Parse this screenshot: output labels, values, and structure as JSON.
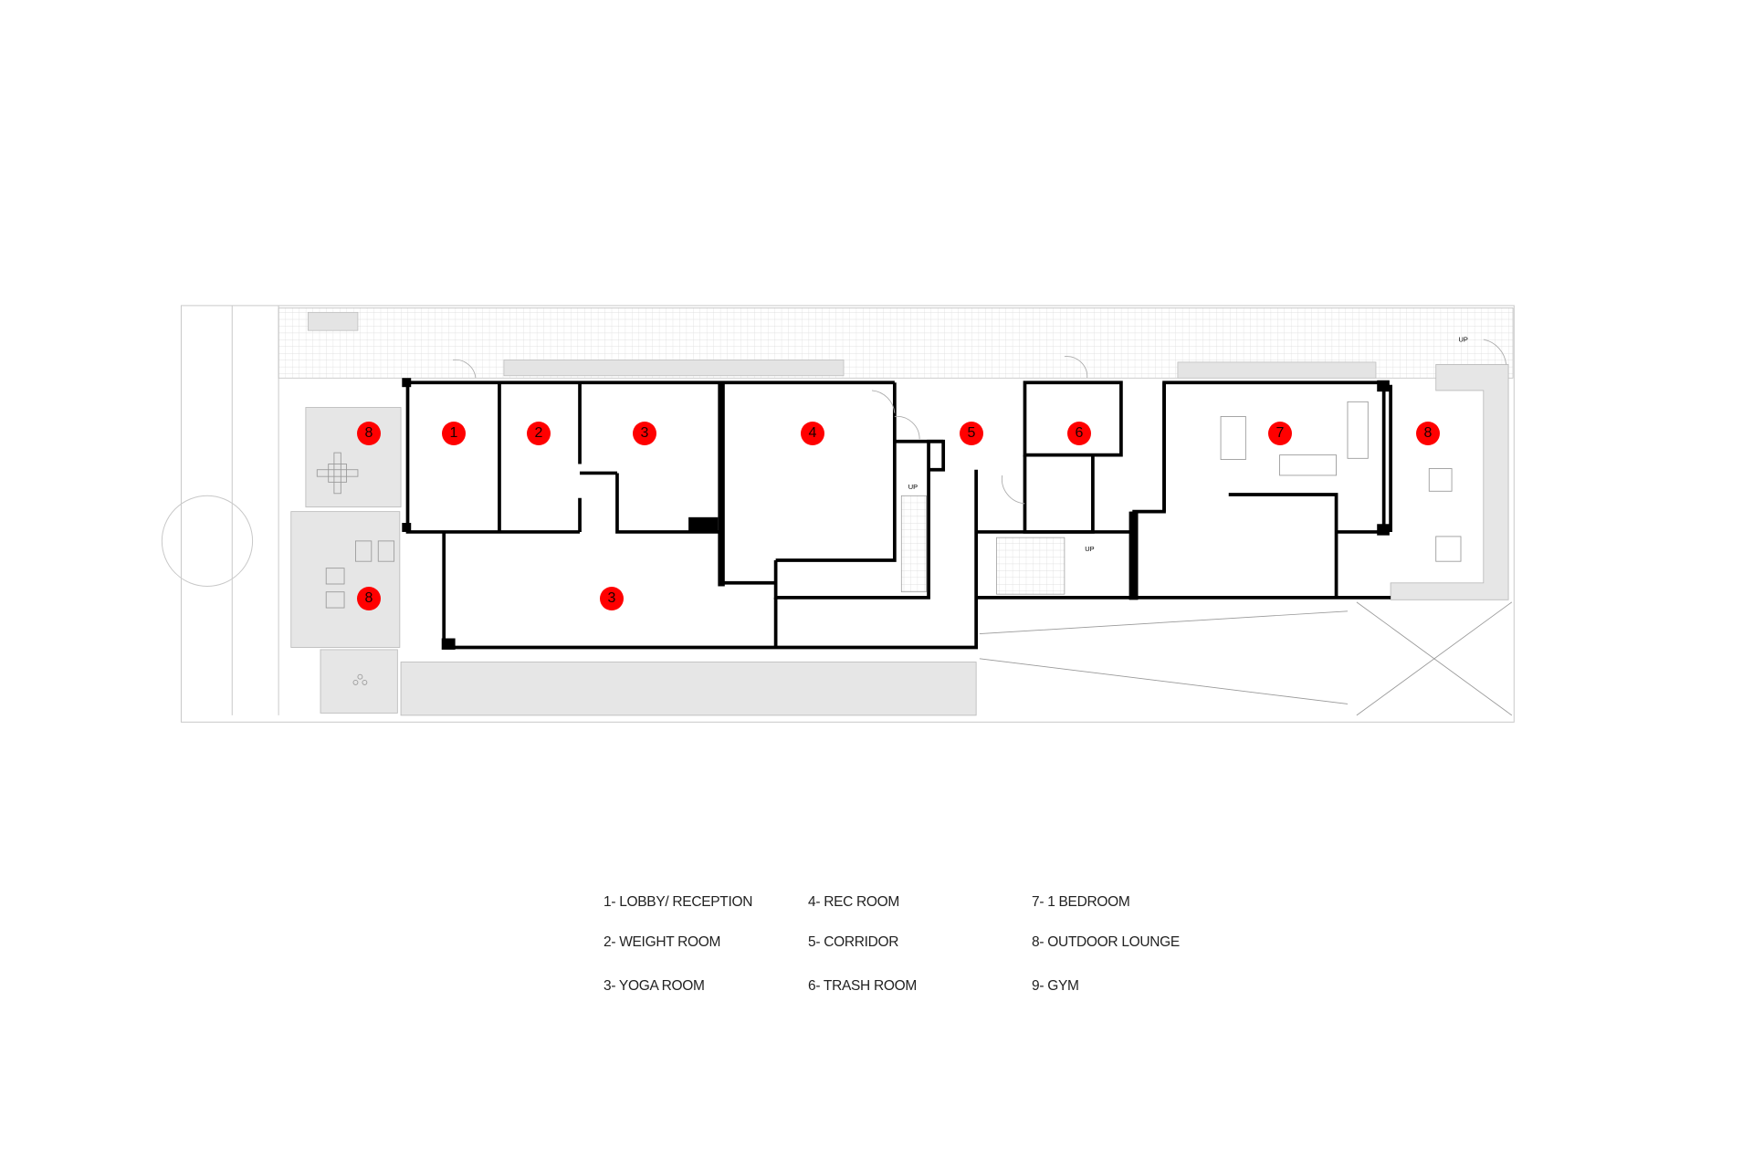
{
  "colors": {
    "marker": "#ff0000",
    "wall": "#000000",
    "landscape": "#e6e6e6",
    "linework": "#bdbdbd"
  },
  "plan": {
    "markers": [
      {
        "number": "8",
        "room": "outdoor-lounge-north-west"
      },
      {
        "number": "1",
        "room": "lobby-reception"
      },
      {
        "number": "2",
        "room": "weight-room"
      },
      {
        "number": "3",
        "room": "yoga-room-upper"
      },
      {
        "number": "4",
        "room": "rec-room"
      },
      {
        "number": "5",
        "room": "corridor"
      },
      {
        "number": "6",
        "room": "trash-room"
      },
      {
        "number": "7",
        "room": "one-bedroom"
      },
      {
        "number": "8",
        "room": "outdoor-lounge-east"
      },
      {
        "number": "8",
        "room": "outdoor-lounge-south-west"
      },
      {
        "number": "3",
        "room": "yoga-room-lower"
      }
    ],
    "stair_labels": [
      "UP",
      "UP",
      "UP"
    ]
  },
  "legend": [
    "1- LOBBY/ RECEPTION",
    "2- WEIGHT ROOM",
    "3- YOGA ROOM",
    "4- REC ROOM",
    "5- CORRIDOR",
    "6- TRASH ROOM",
    "7- 1 BEDROOM",
    "8- OUTDOOR LOUNGE",
    "9- GYM"
  ]
}
